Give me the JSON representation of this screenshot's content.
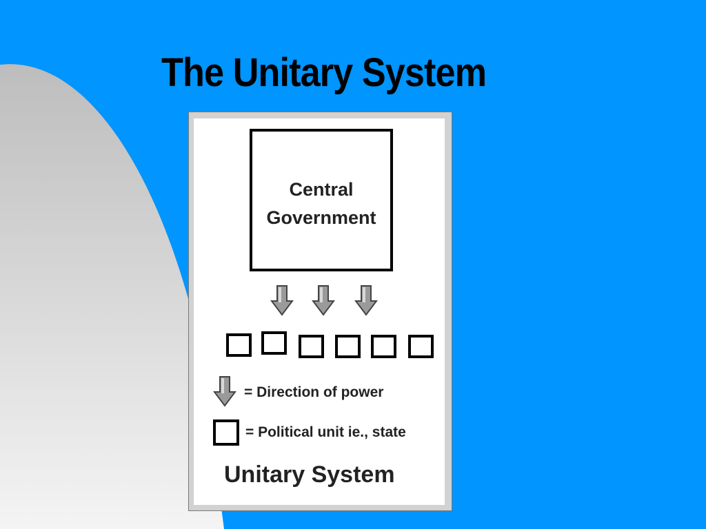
{
  "slide": {
    "title": "The Unitary System",
    "background_color": "#0095ff"
  },
  "diagram": {
    "central_box": {
      "label": "Central\nGovernment"
    },
    "arrow_count": 3,
    "political_unit_count": 6,
    "legend": {
      "direction": {
        "icon": "down-arrow-icon",
        "text": "= Direction of power"
      },
      "unit": {
        "icon": "square-box-icon",
        "text": "= Political unit ie., state"
      }
    },
    "caption": "Unitary System"
  }
}
